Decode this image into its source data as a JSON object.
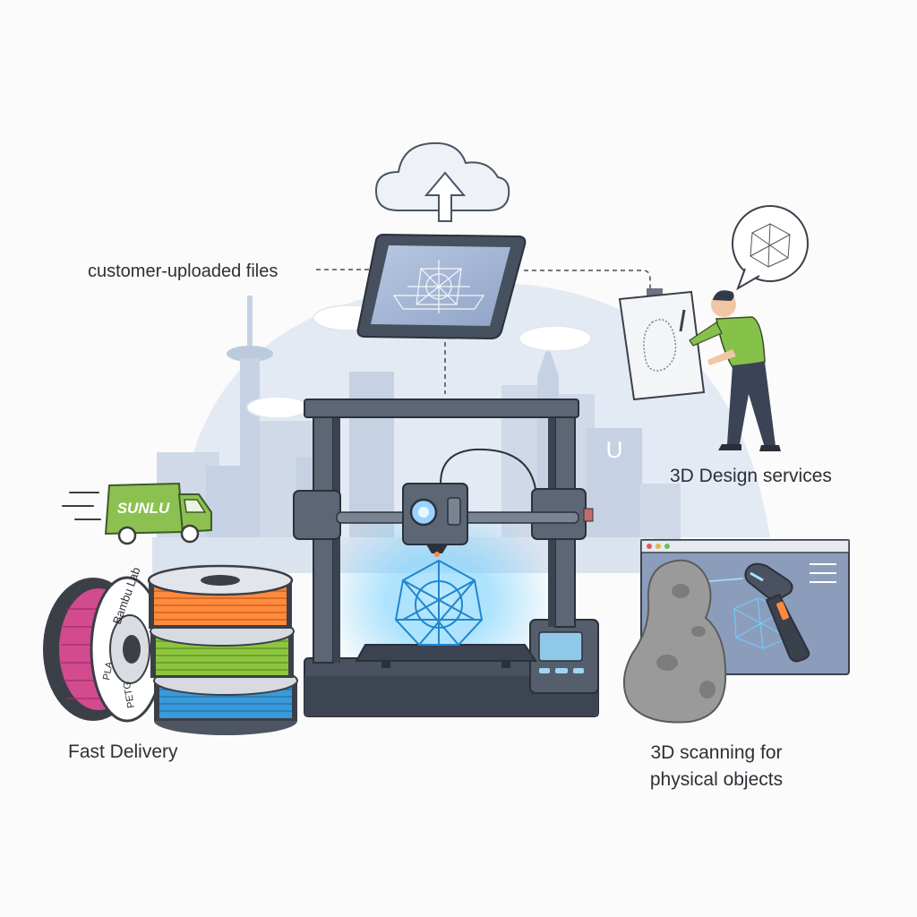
{
  "labels": {
    "customer_uploaded_files": "customer-uploaded files",
    "design_services": "3D Design services",
    "fast_delivery": "Fast Delivery",
    "scanning": "3D scanning for physical objects"
  },
  "truck": {
    "brand": "SUNLU"
  },
  "spools": {
    "brand": "Bambu Lab",
    "material": "PLA",
    "material2": "PETG"
  },
  "skyline": {
    "building_mark": "U"
  },
  "icons": [
    "cloud-upload-icon",
    "tablet-icon",
    "delivery-truck-icon",
    "filament-spool-icon",
    "3d-printer-icon",
    "designer-figure-icon",
    "3d-scanner-icon",
    "speech-bubble-icon"
  ],
  "colors": {
    "skyline": "#dfe6f1",
    "skyline_dark": "#c6d2e3",
    "outline": "#2f3744",
    "printer_frame": "#5d6675",
    "glow": "#5fc6ff",
    "truck_green": "#8cc152",
    "spool_orange": "#ff8a3d",
    "spool_green": "#8cc63f",
    "spool_blue": "#3a9ad9",
    "spool_pink": "#d24b8f",
    "designer_shirt": "#86c14a",
    "scan_window": "#8c9dbb",
    "stone": "#9a9a9a"
  }
}
